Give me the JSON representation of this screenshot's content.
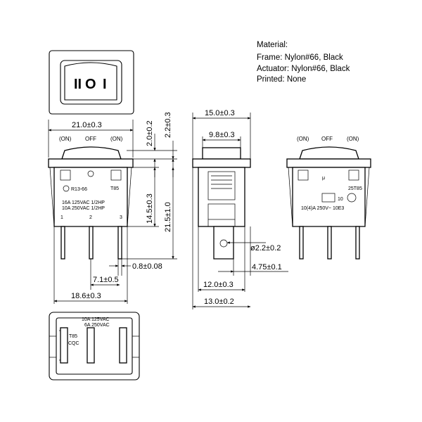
{
  "material": {
    "title": "Material:",
    "frame": "Frame: Nylon#66, Black",
    "actuator": "Actuator: Nylon#66, Black",
    "printed": "Printed: None"
  },
  "actuator_symbols": [
    "II",
    "O",
    "I"
  ],
  "front_view": {
    "positions": [
      "(ON)",
      "OFF",
      "(ON)"
    ],
    "marking_code": "R13-66",
    "marking_temp": "T85",
    "rating_line1": "16A  125VAC  1/2HP",
    "rating_line2": "10A  250VAC  1/2HP",
    "terminals": [
      "1",
      "2",
      "3"
    ]
  },
  "right_view": {
    "positions": [
      "(ON)",
      "OFF",
      "(ON)"
    ],
    "marking_temp": "25T85",
    "marking_cycles": "10",
    "rating": "10(4)A  250V~  10E3"
  },
  "bottom_view": {
    "rating_line1": "10A  125VAC",
    "rating_line2": "6A  250VAC",
    "temp": "T85",
    "mark": "CQC"
  },
  "dimensions": {
    "width_top": "21.0±0.3",
    "width_pins": "18.6±0.3",
    "pin_pitch": "7.1±0.5",
    "pin_thickness": "0.8±0.08",
    "actuator_height": "2.0±0.2",
    "flange_height": "2.2±0.3",
    "body_height": "14.5±0.3",
    "total_height": "21.5±1.0",
    "side_width": "15.0±0.3",
    "side_inner": "9.8±0.3",
    "hole": "ø2.2±0.2",
    "tab_width": "4.75±0.1",
    "side_base": "12.0±0.3",
    "side_total": "13.0±0.2"
  }
}
